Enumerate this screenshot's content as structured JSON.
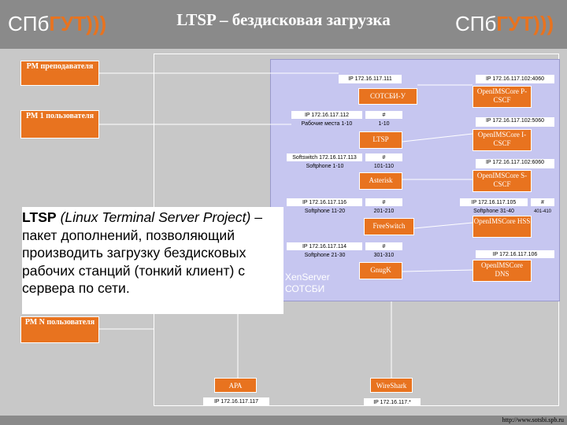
{
  "header": {
    "logo_spb": "СПб",
    "logo_gut": "ГУТ)))",
    "title": "LTSP – бездисковая загрузка"
  },
  "workstations": {
    "pm_teacher": "РМ преподавателя",
    "pm_user1": "РМ 1 пользователя",
    "pm_userN": "РМ N пользователя"
  },
  "server": {
    "ip_main": "IP 172.16.117.111",
    "sotsbi": "СОТСБИ-У",
    "ltsp_ip": "IP 172.16.117.112",
    "ltsp_ip_hash": "#",
    "ltsp_ws_label": "Рабочие места 1-10",
    "ltsp_ws_range": "1-10",
    "ltsp_label": "LTSP",
    "softswitch_ip": "Softswitch 172.16.117.113",
    "softswitch_hash": "#",
    "softswitch_phones": "Softphone 1-10",
    "softswitch_range": "101-110",
    "asterisk_label": "Asterisk",
    "freeswitch_ip": "IP 172.16.117.116",
    "freeswitch_hash": "#",
    "freeswitch_phones": "Softphone 11-20",
    "freeswitch_range": "201-210",
    "freeswitch_label": "FreeSwitch",
    "gnugk_ip": "IP 172.16.117.114",
    "gnugk_hash": "#",
    "gnugk_phones": "Softphone 21-30",
    "gnugk_range": "301-310",
    "gnugk_label": "GnugK",
    "xen_line1": "XenServer",
    "xen_line2": "СОТСБИ",
    "pcscf_ip": "IP 172.16.117.102:4060",
    "pcscf_label": "OpenIMSCore P-CSCF",
    "icscf_ip": "IP 172.16.117.102:5060",
    "icscf_label": "OpenIMSCore I-CSCF",
    "scscf_ip": "IP 172.16.117.102:6060",
    "scscf_label": "OpenIMSCore S-CSCF",
    "hss_ip": "IP 172.16.117.105",
    "hss_hash": "#",
    "hss_phones": "Softphone 31-40",
    "hss_range": "401-410",
    "hss_label": "OpenIMSCore HSS",
    "dns_ip": "IP 172.16.117.106",
    "dns_label": "OpenIMSCore DNS"
  },
  "callout": {
    "bold": "LTSP",
    "italic": "(Linux Terminal Server Project)",
    "rest": "– пакет дополнений, позволяющий производить загрузку бездисковых рабочих станций (тонкий клиент) с сервера по сети."
  },
  "bottom": {
    "apa_label": "АРА",
    "apa_ip": "IP 172.16.117.117",
    "wireshark_label": "WireShark",
    "wireshark_ip": "IP 172.16.117.*"
  },
  "footer": {
    "url": "http://www.sotsbi.spb.ru"
  },
  "colors": {
    "accent": "#e8731f",
    "header_gray": "#8a8a8a",
    "body_gray": "#c8c8c8",
    "server_fill": "#c6c6f0"
  }
}
